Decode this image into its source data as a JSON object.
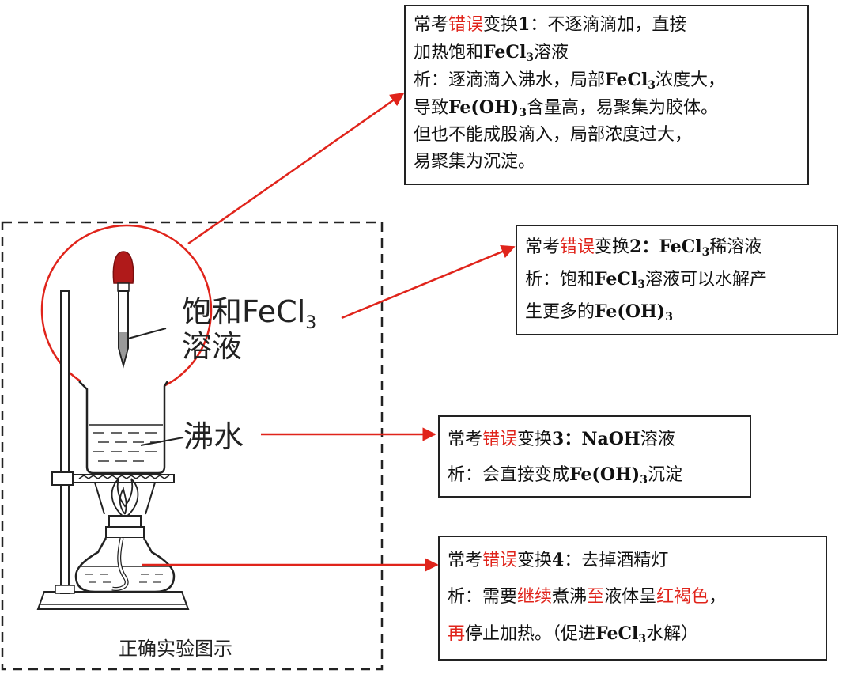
{
  "labels": {
    "reagent_1": "饱和FeCl",
    "reagent_sub": "3",
    "reagent_2": "溶液",
    "water": "沸水",
    "caption": "正确实验图示"
  },
  "common": {
    "prefix": "常考",
    "error": "错误",
    "change": "变换"
  },
  "box1": {
    "num": "1",
    "title_rest": "：不逐滴滴加，直接",
    "line2_a": "加热饱和",
    "line2_b": "FeCl",
    "line2_sub": "3",
    "line2_c": "溶液",
    "line3_a": "析：逐滴滴入沸水，局部",
    "line3_b": "FeCl",
    "line3_sub": "3",
    "line3_c": "浓度大，",
    "line4_a": "导致",
    "line4_b": "Fe(OH)",
    "line4_sub": "3",
    "line4_c": "含量高，易聚集为胶体。",
    "line5": "但也不能成股滴入，局部浓度过大，",
    "line6": "易聚集为沉淀。"
  },
  "box2": {
    "num": "2",
    "title_b": "：FeCl",
    "title_sub": "3",
    "title_c": "稀溶液",
    "line2_a": "析：饱和",
    "line2_b": "FeCl",
    "line2_sub": "3",
    "line2_c": "溶液可以水解产",
    "line3_a": "生更多的",
    "line3_b": "Fe(OH)",
    "line3_sub": "3"
  },
  "box3": {
    "num": "3",
    "title_b": "：NaOH",
    "title_c": "溶液",
    "line2_a": "析：会直接变成",
    "line2_b": "Fe(OH)",
    "line2_sub": "3",
    "line2_c": "沉淀"
  },
  "box4": {
    "num": "4",
    "title_c": "：去掉酒精灯",
    "line2_a": "析：需要",
    "line2_r1": "继续",
    "line2_b": "煮沸",
    "line2_r2": "至",
    "line2_c": "液体呈",
    "line2_r3": "红褐色",
    "line2_d": "，",
    "line3_r": "再",
    "line3_a": "停止加热。（促进",
    "line3_b": "FeCl",
    "line3_sub": "3",
    "line3_c": "水解）"
  },
  "colors": {
    "accent": "#e0241b",
    "bulb": "#b01a1a"
  }
}
